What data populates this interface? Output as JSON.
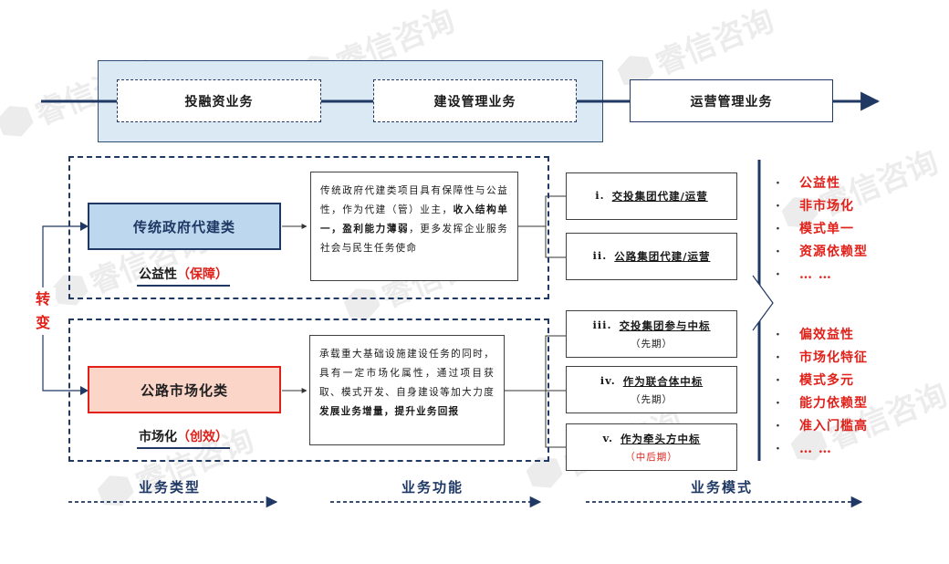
{
  "watermark": {
    "text": "睿信咨询"
  },
  "lifecycle": {
    "stages": [
      "投融资业务",
      "建设管理业务",
      "运营管理业务"
    ]
  },
  "transition_label": "转变",
  "types": {
    "traditional": {
      "name": "传统政府代建类",
      "attr_main": "公益性",
      "attr_sub": "（保障）",
      "desc_1": "传统政府代建类项目具有保障性与公益性，作为代建（管）业主，",
      "desc_bold": "收入结构单一，盈利能力薄弱",
      "desc_2": "，更多发挥企业服务社会与民生任务使命"
    },
    "market": {
      "name": "公路市场化类",
      "attr_main": "市场化",
      "attr_sub": "（创效）",
      "desc_1": "承载重大基础设施建设任务的同时，具有一定市场化属性，通过项目获取、模式开发、自身建设等加大力度",
      "desc_bold": "发展业务增量，提升业务回报"
    }
  },
  "modes": [
    {
      "num": "i.",
      "label": "交投集团代建/运营",
      "note": ""
    },
    {
      "num": "ii.",
      "label": "公路集团代建/运营",
      "note": ""
    },
    {
      "num": "iii.",
      "label": "交投集团参与中标",
      "note": "（先期）"
    },
    {
      "num": "iv.",
      "label": "作为联合体中标",
      "note": "（先期）"
    },
    {
      "num": "v.",
      "label": "作为牵头方中标",
      "note": "（中后期）"
    }
  ],
  "features": {
    "before": [
      "公益性",
      "非市场化",
      "模式单一",
      "资源依赖型",
      "… …"
    ],
    "after": [
      "偏效益性",
      "市场化特征",
      "模式多元",
      "能力依赖型",
      "准入门槛高",
      "… …"
    ]
  },
  "axes": [
    "业务类型",
    "业务功能",
    "业务模式"
  ],
  "colors": {
    "navy": "#1f3864",
    "red": "#e0211a",
    "light_blue": "#dbe9f5",
    "pink": "#fbd5c8"
  }
}
